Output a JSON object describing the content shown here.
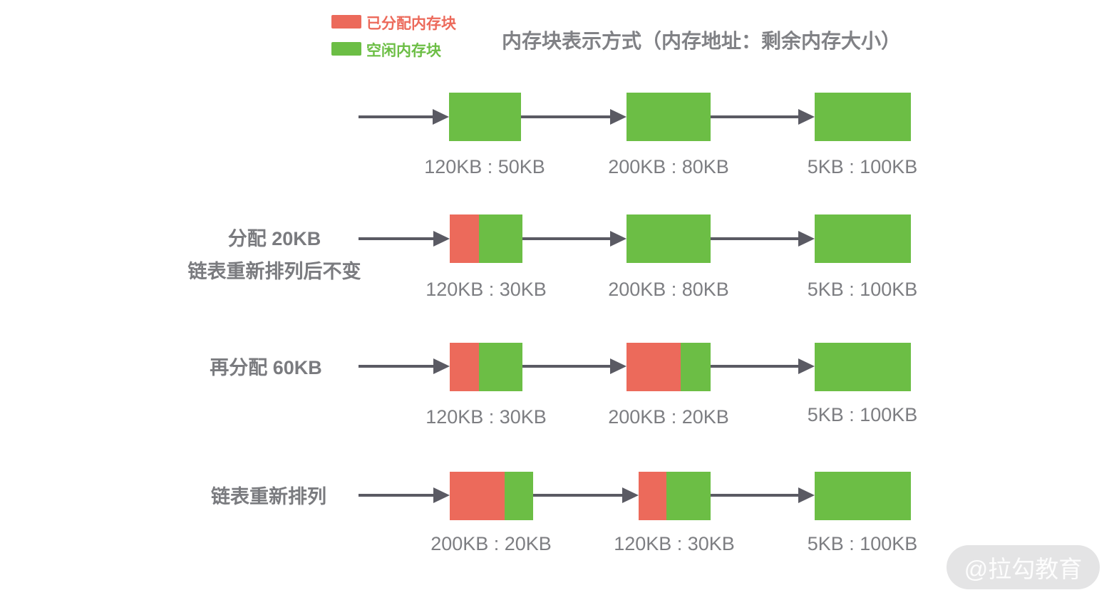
{
  "title": "内存块表示方式（内存地址：剩余内存大小）",
  "legend": {
    "allocated": {
      "label": "已分配内存块",
      "color": "#EC6A5B"
    },
    "free": {
      "label": "空闲内存块",
      "color": "#6CBE45"
    }
  },
  "colors": {
    "allocated_block": "#EC6A5B",
    "free_block": "#6CBE45",
    "arrow": "#5A5A63",
    "text_gray": "#7D7E82",
    "watermark_bg": "#E4E4E5"
  },
  "watermark": "@拉勾教育",
  "rows": [
    {
      "name": "initial-list",
      "label_lines": [],
      "blocks": [
        {
          "label": "120KB : 50KB",
          "address": "120KB",
          "free_size": "50KB",
          "allocated_fraction": 0
        },
        {
          "label": "200KB : 80KB",
          "address": "200KB",
          "free_size": "80KB",
          "allocated_fraction": 0
        },
        {
          "label": "5KB : 100KB",
          "address": "5KB",
          "free_size": "100KB",
          "allocated_fraction": 0
        }
      ]
    },
    {
      "name": "after-allocate-20kb",
      "label_lines": [
        "分配 20KB",
        "链表重新排列后不变"
      ],
      "blocks": [
        {
          "label": "120KB : 30KB",
          "address": "120KB",
          "free_size": "30KB",
          "allocated_fraction": 0.4
        },
        {
          "label": "200KB : 80KB",
          "address": "200KB",
          "free_size": "80KB",
          "allocated_fraction": 0
        },
        {
          "label": "5KB : 100KB",
          "address": "5KB",
          "free_size": "100KB",
          "allocated_fraction": 0
        }
      ]
    },
    {
      "name": "after-allocate-60kb",
      "label_lines": [
        "再分配 60KB"
      ],
      "blocks": [
        {
          "label": "120KB : 30KB",
          "address": "120KB",
          "free_size": "30KB",
          "allocated_fraction": 0.4
        },
        {
          "label": "200KB : 20KB",
          "address": "200KB",
          "free_size": "20KB",
          "allocated_fraction": 0.64
        },
        {
          "label": "5KB : 100KB",
          "address": "5KB",
          "free_size": "100KB",
          "allocated_fraction": 0
        }
      ]
    },
    {
      "name": "after-list-reorder",
      "label_lines": [
        "链表重新排列"
      ],
      "blocks": [
        {
          "label": "200KB : 20KB",
          "address": "200KB",
          "free_size": "20KB",
          "allocated_fraction": 0.66
        },
        {
          "label": "120KB : 30KB",
          "address": "120KB",
          "free_size": "30KB",
          "allocated_fraction": 0.39
        },
        {
          "label": "5KB : 100KB",
          "address": "5KB",
          "free_size": "100KB",
          "allocated_fraction": 0
        }
      ]
    }
  ]
}
